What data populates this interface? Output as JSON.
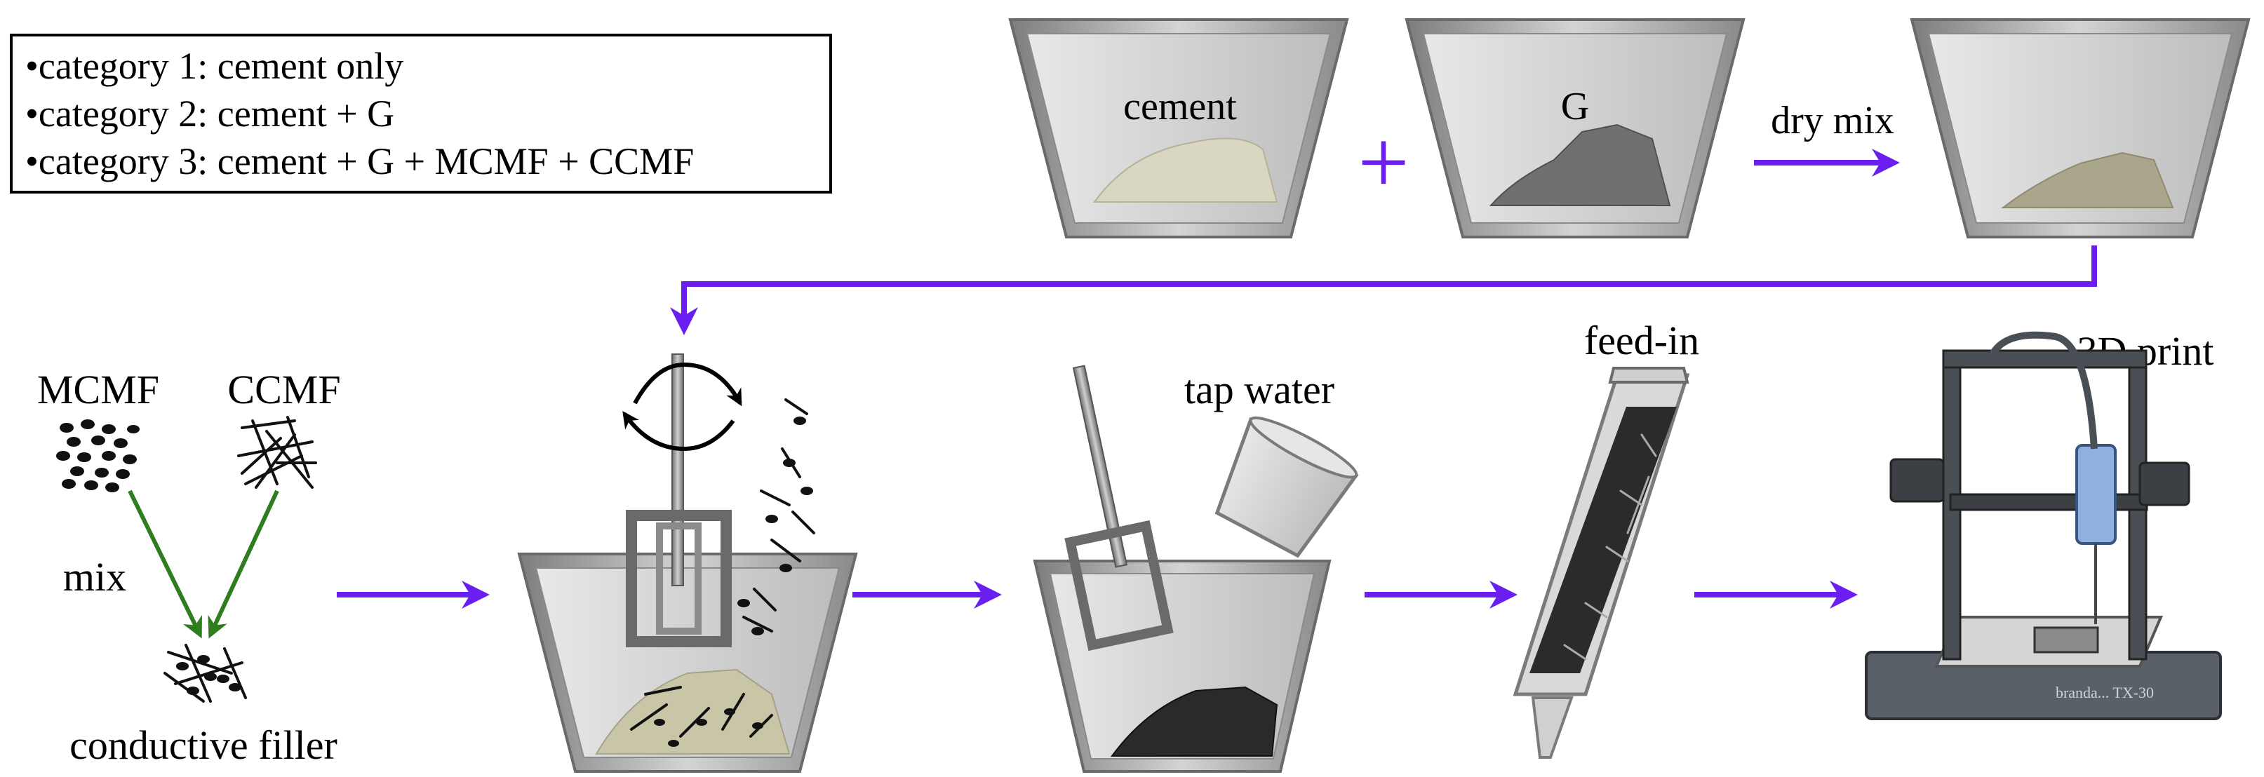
{
  "legend": {
    "items": [
      "•category 1: cement only",
      "•category 2: cement + G",
      "•category 3: cement + G + MCMF + CCMF"
    ]
  },
  "labels": {
    "cement": "cement",
    "g": "G",
    "plus": "+",
    "dry_mix": "dry mix",
    "mcmf": "MCMF",
    "ccmf": "CCMF",
    "mix": "mix",
    "conductive_filler": "conductive filler",
    "tap_water": "tap water",
    "feed_in": "feed-in",
    "print_3d": "3D print",
    "printer_brand": "branda... TX-30"
  },
  "colors": {
    "flow_arrow": "#6a1ff0",
    "mix_arrow": "#2e7d1f",
    "bowl_grey": "#9a9a9a",
    "cement_powder": "#d9d6c2",
    "g_powder": "#707070",
    "dry_mix_powder": "#aaa68c",
    "printer_frame": "#5a6068",
    "nozzle_blue": "#8fb0e0"
  }
}
